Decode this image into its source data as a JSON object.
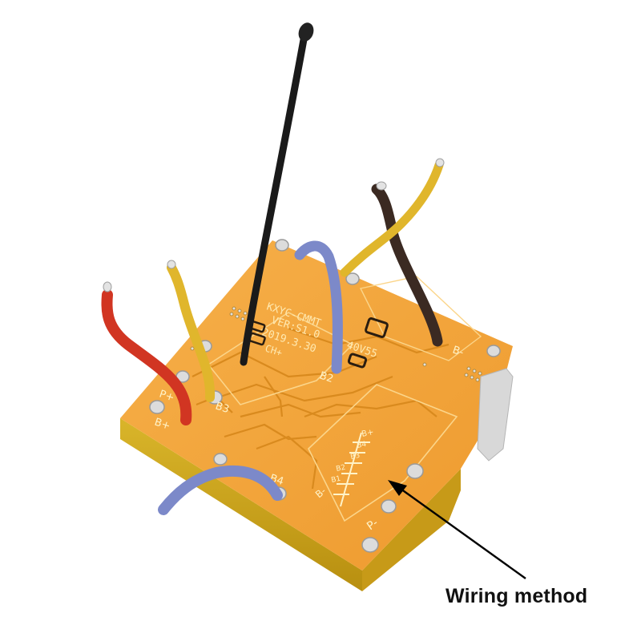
{
  "caption": "Wiring method",
  "board_print": {
    "line1": "KXYC-CMMT",
    "line2": "VER:S1.0",
    "line3": "2019.3.30",
    "ch": "CH+",
    "part": "40V55"
  },
  "pads": {
    "b_minus": "B-",
    "b2": "B2",
    "b3": "B3",
    "b4": "B4",
    "b_plus": "B+",
    "p_plus": "P+",
    "p_minus": "P-"
  },
  "cell_legend": [
    "B+",
    "B4",
    "B3",
    "B2",
    "B1",
    "B-"
  ],
  "colors": {
    "pcb": "#f2a23a",
    "pcb_edge": "#c9a11a",
    "wire_black": "#1a1a1a",
    "wire_brown": "#3b2a22",
    "wire_yellow": "#e0b62c",
    "wire_red": "#d13522",
    "wire_blue": "#7c89c9",
    "arrow": "#000000"
  }
}
